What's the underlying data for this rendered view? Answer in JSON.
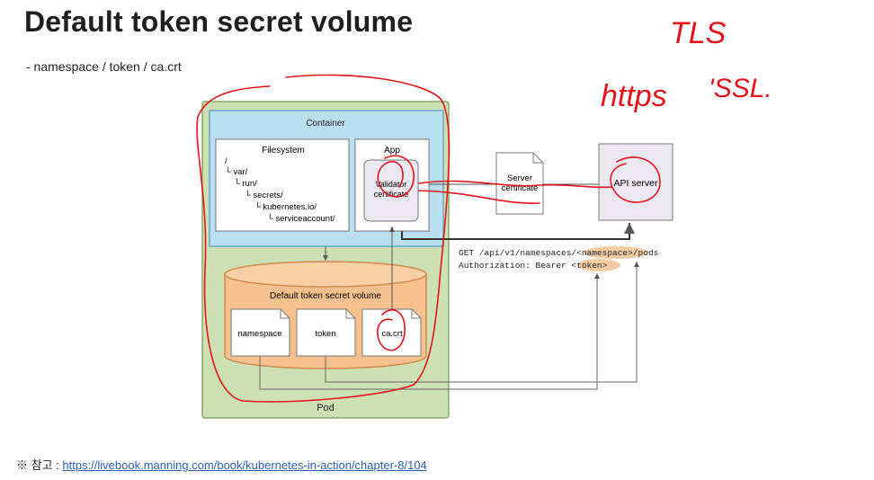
{
  "slide": {
    "title": "Default token secret volume",
    "subtitle": "- namespace / token / ca.crt"
  },
  "diagram": {
    "pod_label": "Pod",
    "container_label": "Container",
    "filesystem": {
      "label": "Filesystem",
      "tree": [
        "/",
        "└ var/",
        "└ run/",
        "└ secrets/",
        "└ kubernetes.io/",
        "└ serviceaccount/"
      ]
    },
    "app": {
      "label": "App",
      "validator_line1": "Validator",
      "validator_line2": "certificate"
    },
    "volume": {
      "label": "Default token secret volume",
      "files": [
        "namespace",
        "token",
        "ca.crt"
      ]
    },
    "server_certificate": {
      "line1": "Server",
      "line2": "certificate"
    },
    "api_server": "API server",
    "request": {
      "line1_prefix": "GET /api/v1/namespaces/",
      "line1_highlight": "<namespace>",
      "line1_suffix": "/pods",
      "line2_prefix": "Authorization: Bearer ",
      "line2_highlight": "<token>"
    }
  },
  "handwriting": {
    "tls": "TLS",
    "https": "https",
    "ssl": "'SSL."
  },
  "reference": {
    "prefix": "※ 참고 : ",
    "url": "https://livebook.manning.com/book/kubernetes-in-action/chapter-8/104"
  },
  "colors": {
    "pod_fill": "#cde0b4",
    "pod_stroke": "#8aa86a",
    "container_fill": "#b9dff0",
    "container_stroke": "#6aa7c7",
    "volume_fill": "#f7c08f",
    "volume_stroke": "#cf8a4c",
    "annotation_red": "#e3141b",
    "highlight": "#f4cda4"
  }
}
